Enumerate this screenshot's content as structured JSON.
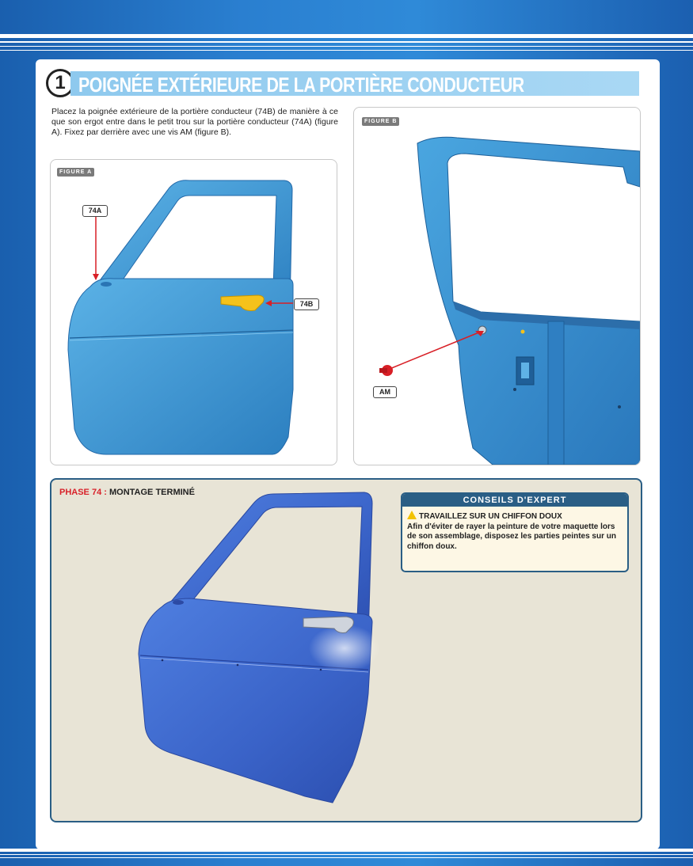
{
  "step": {
    "number": "1",
    "title": "POIGNÉE EXTÉRIEURE DE LA PORTIÈRE CONDUCTEUR",
    "instructions": "Placez la poignée extérieure de la portière conducteur (74B) de manière à ce que son ergot entre dans le petit trou sur la portière conducteur (74A) (figure A). Fixez par derrière avec une vis AM (figure B)."
  },
  "figure_a": {
    "tag": "FIGURE A",
    "callouts": {
      "door": "74A",
      "handle": "74B"
    }
  },
  "figure_b": {
    "tag": "FIGURE B",
    "callouts": {
      "screw": "AM"
    }
  },
  "phase": {
    "label": "PHASE 74 :",
    "status": "MONTAGE TERMINÉ"
  },
  "tips": {
    "heading": "CONSEILS D'EXPERT",
    "title": "TRAVAILLEZ SUR UN CHIFFON DOUX",
    "body": "Afin d'éviter de rayer la peinture de votre maquette lors de son assemblage, disposez les parties peintes sur un chiffon doux."
  },
  "colors": {
    "door_blue": "#3a93d2",
    "finished_blue": "#3a63c8",
    "handle_yellow": "#f5c21b",
    "screw_red": "#d81f26",
    "phase_red": "#d8222a"
  }
}
